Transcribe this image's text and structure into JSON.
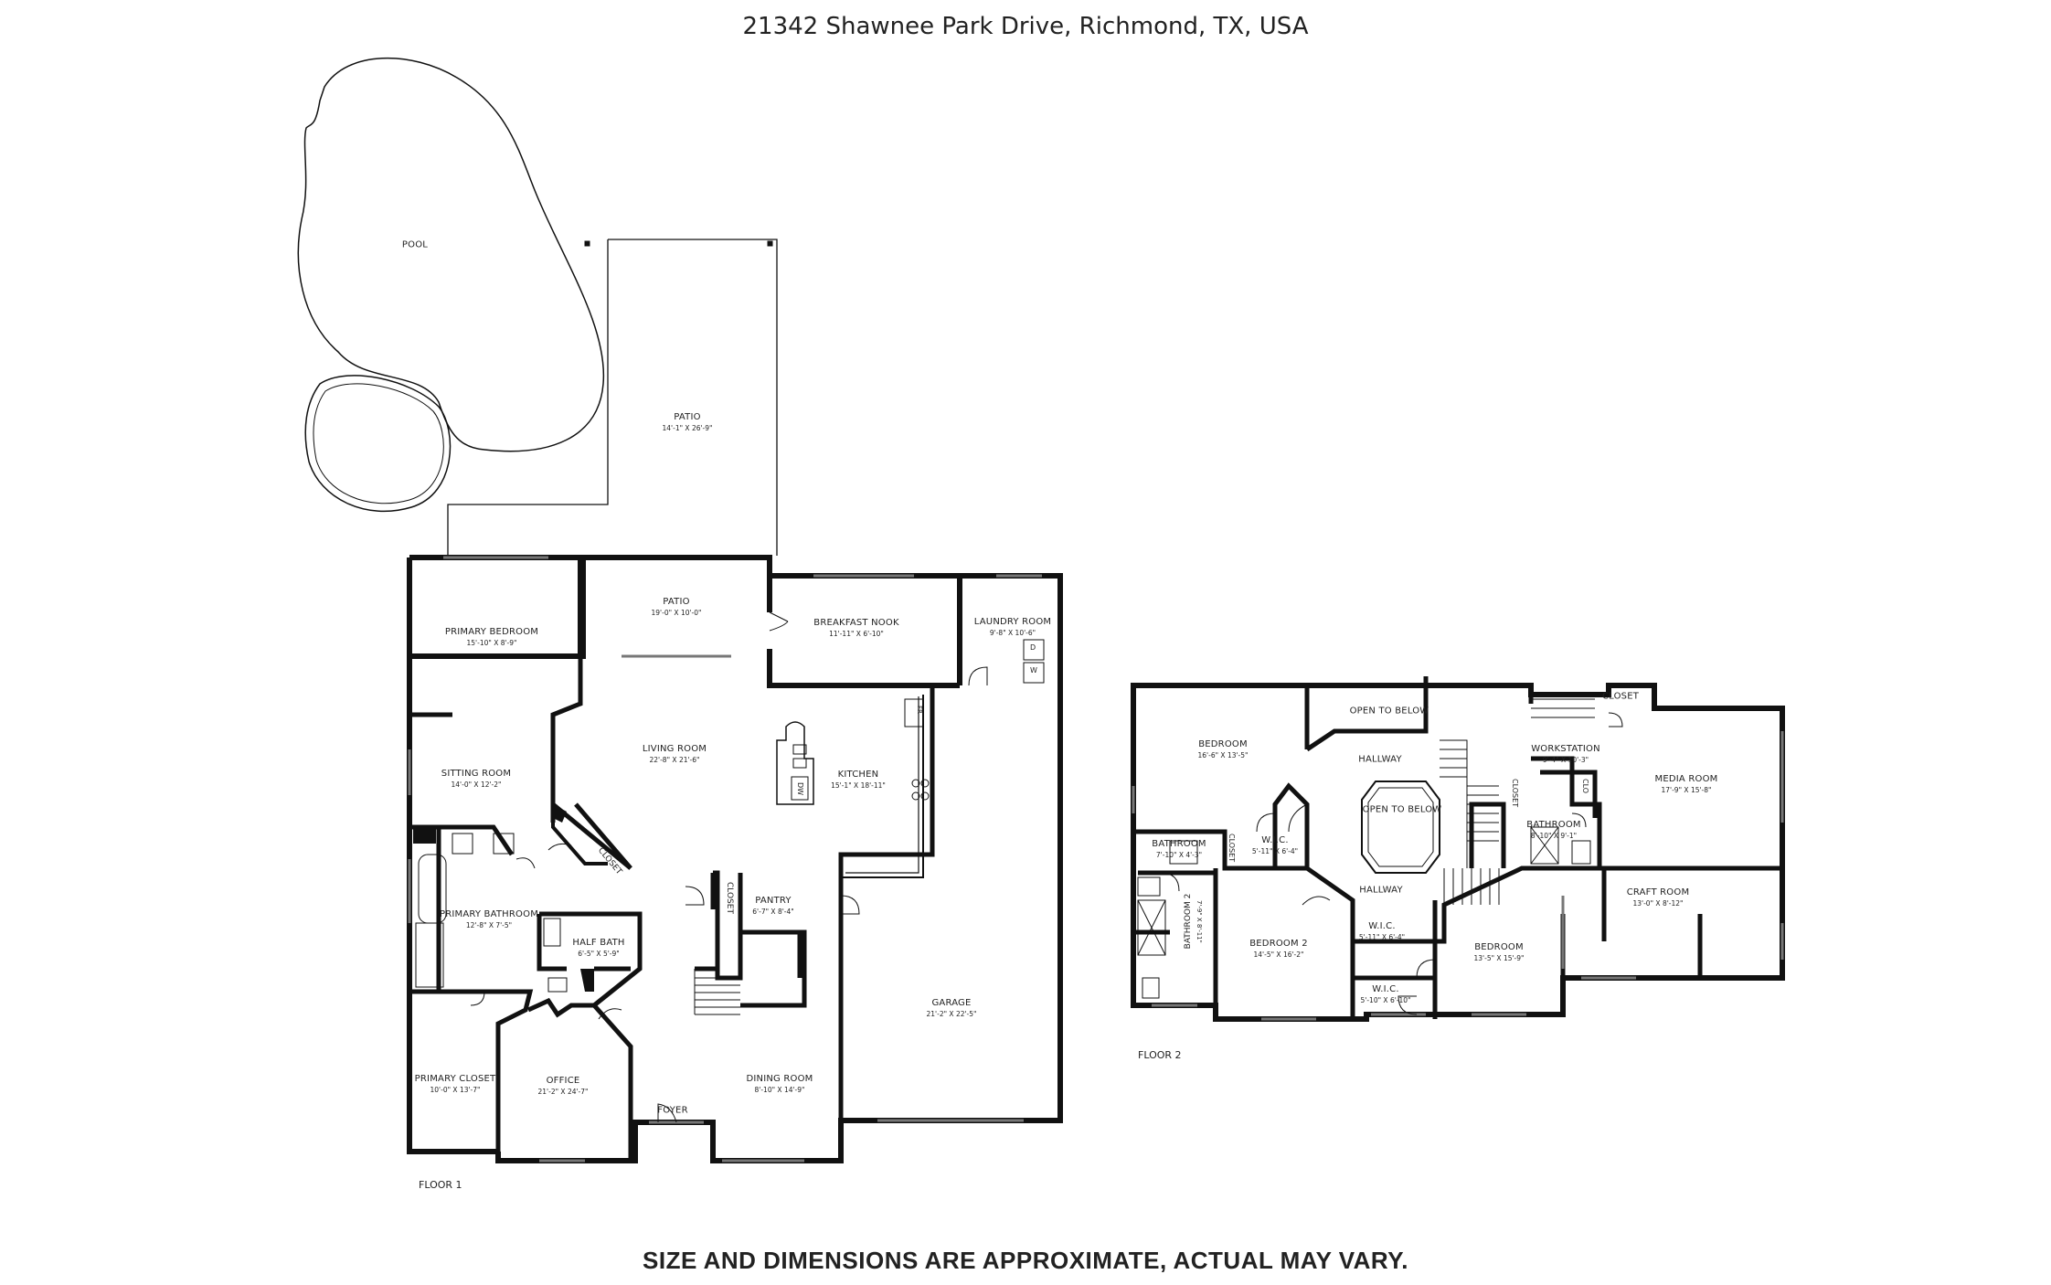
{
  "header": {
    "address": "21342 Shawnee Park Drive, Richmond, TX, USA"
  },
  "footer": {
    "disclaimer": "SIZE AND DIMENSIONS ARE APPROXIMATE, ACTUAL MAY VARY."
  },
  "floor1": {
    "label": "FLOOR 1",
    "rooms": {
      "pool": {
        "name": "POOL"
      },
      "patio_outer": {
        "name": "PATIO",
        "dims": "14'-1\" X 26'-9\""
      },
      "patio": {
        "name": "PATIO",
        "dims": "19'-0\" X 10'-0\""
      },
      "primary_bedroom": {
        "name": "PRIMARY BEDROOM",
        "dims": "15'-10\" X 8'-9\""
      },
      "breakfast_nook": {
        "name": "BREAKFAST NOOK",
        "dims": "11'-11\" X 6'-10\""
      },
      "laundry_room": {
        "name": "LAUNDRY ROOM",
        "dims": "9'-8\" X 10'-6\""
      },
      "living_room": {
        "name": "LIVING ROOM",
        "dims": "22'-8\" X 21'-6\""
      },
      "kitchen": {
        "name": "KITCHEN",
        "dims": "15'-1\" X 18'-11\""
      },
      "sitting_room": {
        "name": "SITTING ROOM",
        "dims": "14'-0\" X 12'-2\""
      },
      "primary_bathroom": {
        "name": "PRIMARY BATHROOM",
        "dims": "12'-8\" X 7'-5\""
      },
      "half_bath": {
        "name": "HALF BATH",
        "dims": "6'-5\" X 5'-9\""
      },
      "pantry": {
        "name": "PANTRY",
        "dims": "6'-7\" X 8'-4\""
      },
      "garage": {
        "name": "GARAGE",
        "dims": "21'-2\" X 22'-5\""
      },
      "primary_closet": {
        "name": "PRIMARY CLOSET",
        "dims": "10'-0\" X 13'-7\""
      },
      "office": {
        "name": "OFFICE",
        "dims": "21'-2\" X 24'-7\""
      },
      "dining_room": {
        "name": "DINING ROOM",
        "dims": "8'-10\" X 14'-9\""
      },
      "foyer": {
        "name": "FOYER"
      }
    },
    "small_labels": {
      "closet_pantry": "CLOSET",
      "closet_diag": "CLOSET",
      "fridge": "FR",
      "dishwasher": "DW",
      "washer": "W",
      "dryer": "D"
    }
  },
  "floor2": {
    "label": "FLOOR 2",
    "rooms": {
      "bedroom_nw": {
        "name": "BEDROOM",
        "dims": "16'-6\" X 13'-5\""
      },
      "open_to_below_top": {
        "name": "OPEN TO BELOW"
      },
      "closet_top": {
        "name": "CLOSET"
      },
      "hallway_top": {
        "name": "HALLWAY"
      },
      "workstation": {
        "name": "WORKSTATION",
        "dims": "9'-4\" X 10'-3\""
      },
      "media_room": {
        "name": "MEDIA ROOM",
        "dims": "17'-9\" X 15'-8\""
      },
      "open_to_below_mid": {
        "name": "OPEN TO BELOW"
      },
      "bathroom_w": {
        "name": "BATHROOM",
        "dims": "7'-10\" X 4'-3\""
      },
      "wic_1": {
        "name": "W.I.C.",
        "dims": "5'-11\" X 6'-4\""
      },
      "bathroom_e": {
        "name": "BATHROOM",
        "dims": "8'-10\" X 9'-1\""
      },
      "hallway_bottom": {
        "name": "HALLWAY"
      },
      "craft_room": {
        "name": "CRAFT ROOM",
        "dims": "13'-0\" X 8'-12\""
      },
      "bedroom_2": {
        "name": "BEDROOM 2",
        "dims": "14'-5\" X 16'-2\""
      },
      "wic_2": {
        "name": "W.I.C.",
        "dims": "5'-11\" X 6'-4\""
      },
      "bedroom_s": {
        "name": "BEDROOM",
        "dims": "13'-5\" X 15'-9\""
      },
      "wic_3": {
        "name": "W.I.C.",
        "dims": "5'-10\" X 6'-10\""
      },
      "bathroom_2": {
        "name": "BATHROOM 2",
        "dims": "7'-9\" X 8'-11\""
      }
    },
    "small_labels": {
      "closet_bath": "CLOSET",
      "closet_stair": "CLOSET",
      "closet_ws": "CLO"
    }
  }
}
